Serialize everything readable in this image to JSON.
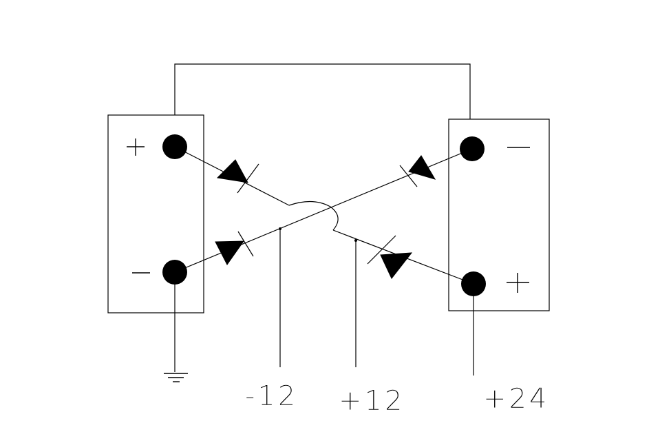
{
  "batteries": {
    "left": {
      "top_sign": "+",
      "bottom_sign": "−"
    },
    "right": {
      "top_sign": "−",
      "bottom_sign": "+"
    }
  },
  "outputs": {
    "neg12": "-12",
    "pos12": "+12",
    "pos24": "+24"
  },
  "ground": {
    "icon": "ground-symbol-icon"
  },
  "colors": {
    "ink": "#000000",
    "paper": "#ffffff"
  }
}
